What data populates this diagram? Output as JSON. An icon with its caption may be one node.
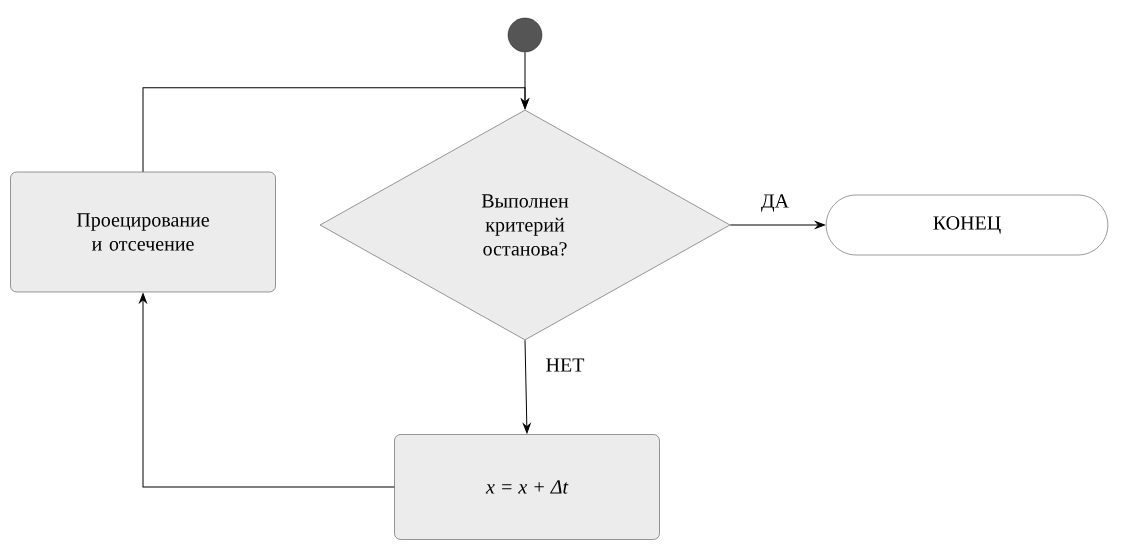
{
  "diagram": {
    "nodes": [
      {
        "text": [],
        "shape": "circle"
      },
      {
        "text": [
          "Выполнен критерий останова?"
        ]
      },
      {
        "text": [
          "КОНЕЦ"
        ]
      },
      {
        "text": [
          "x = x + Δt"
        ]
      },
      {
        "text": [
          "Проецирование и отсечение"
        ]
      }
    ],
    "edges": [
      {
        "from": 0,
        "to": 1,
        "arrow": "to"
      },
      {
        "from": 1,
        "to": 2,
        "arrow": "to",
        "label": "ДА"
      },
      {
        "from": 1,
        "to": 3,
        "arrow": "to",
        "label": "НЕТ"
      },
      {
        "from": 3,
        "to": 4,
        "arrow": "to"
      },
      {
        "from": 4,
        "to": 1,
        "arrow": "to"
      }
    ]
  }
}
